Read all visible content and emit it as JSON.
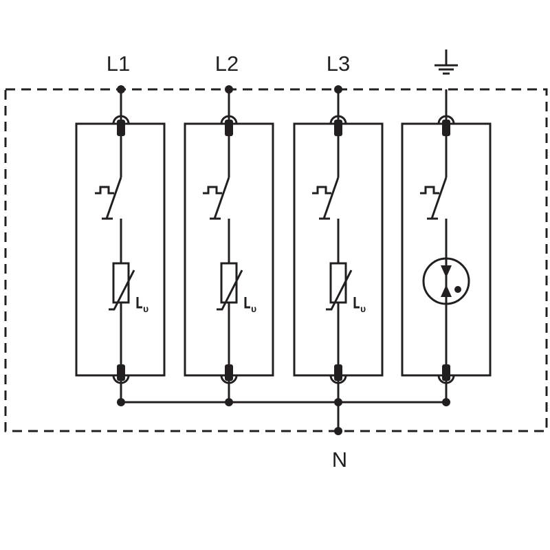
{
  "diagram": {
    "terminals": [
      "L1",
      "L2",
      "L3"
    ],
    "ground_symbol": "ground-icon",
    "neutral": "N",
    "modules": [
      {
        "id": "module-l1",
        "protection": "varistor",
        "disconnector": "thermal-disconnector"
      },
      {
        "id": "module-l2",
        "protection": "varistor",
        "disconnector": "thermal-disconnector"
      },
      {
        "id": "module-l3",
        "protection": "varistor",
        "disconnector": "thermal-disconnector"
      },
      {
        "id": "module-pe",
        "protection": "gas-discharge-tube",
        "disconnector": "thermal-disconnector"
      }
    ],
    "line_color": "#231f20"
  }
}
